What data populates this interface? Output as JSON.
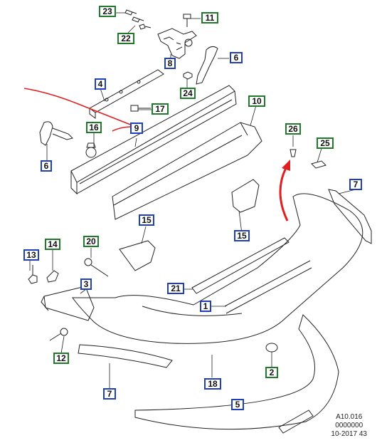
{
  "colors": {
    "blue_label": "#1f3fbf",
    "green_label": "#1f7a2a",
    "red_annotation": "#e02020",
    "part_stroke": "#222222"
  },
  "labels": [
    {
      "id": "l23",
      "num": "23",
      "color": "green"
    },
    {
      "id": "l22",
      "num": "22",
      "color": "green"
    },
    {
      "id": "l11",
      "num": "11",
      "color": "green"
    },
    {
      "id": "l6a",
      "num": "6",
      "color": "blue"
    },
    {
      "id": "l8",
      "num": "8",
      "color": "blue"
    },
    {
      "id": "l24",
      "num": "24",
      "color": "green"
    },
    {
      "id": "l4",
      "num": "4",
      "color": "blue"
    },
    {
      "id": "l17",
      "num": "17",
      "color": "green"
    },
    {
      "id": "l9",
      "num": "9",
      "color": "blue"
    },
    {
      "id": "l16",
      "num": "16",
      "color": "green"
    },
    {
      "id": "l6b",
      "num": "6",
      "color": "blue"
    },
    {
      "id": "l10",
      "num": "10",
      "color": "green"
    },
    {
      "id": "l26",
      "num": "26",
      "color": "green"
    },
    {
      "id": "l25",
      "num": "25",
      "color": "green"
    },
    {
      "id": "l7a",
      "num": "7",
      "color": "blue"
    },
    {
      "id": "l15a",
      "num": "15",
      "color": "blue"
    },
    {
      "id": "l15b",
      "num": "15",
      "color": "blue"
    },
    {
      "id": "l13",
      "num": "13",
      "color": "blue"
    },
    {
      "id": "l14",
      "num": "14",
      "color": "green"
    },
    {
      "id": "l20",
      "num": "20",
      "color": "green"
    },
    {
      "id": "l3",
      "num": "3",
      "color": "blue"
    },
    {
      "id": "l21",
      "num": "21",
      "color": "blue"
    },
    {
      "id": "l1",
      "num": "1",
      "color": "blue"
    },
    {
      "id": "l12",
      "num": "12",
      "color": "green"
    },
    {
      "id": "l2",
      "num": "2",
      "color": "green"
    },
    {
      "id": "l18",
      "num": "18",
      "color": "blue"
    },
    {
      "id": "l7b",
      "num": "7",
      "color": "blue"
    },
    {
      "id": "l5",
      "num": "5",
      "color": "blue"
    }
  ],
  "reference": {
    "line1": "A10.016",
    "line2": "0000000",
    "line3": "10-2017 43"
  }
}
